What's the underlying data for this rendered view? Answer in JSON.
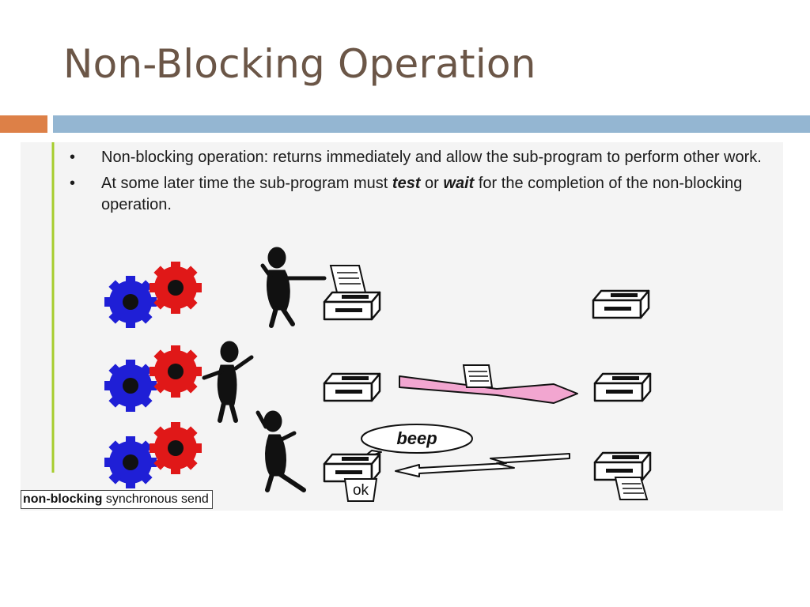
{
  "slide": {
    "title": "Non-Blocking Operation"
  },
  "bullets": [
    {
      "marker": "•",
      "text": "Non-blocking operation: returns immediately and allow the sub-program to perform other work."
    },
    {
      "marker": "•",
      "pre": "At some later time the sub-program must ",
      "em1": "test",
      "mid": " or ",
      "em2": "wait",
      "post": " for the completion of the non-blocking operation."
    }
  ],
  "diagram": {
    "beep_label": "beep",
    "ok_label": "ok",
    "caption_bold": "non-blocking",
    "caption_rest": " synchronous send"
  },
  "colors": {
    "title": "#6b5647",
    "band_orange": "#dd8047",
    "band_blue": "#94b6d2",
    "timeline": "#a6cc2c",
    "gear_blue": "#1f1fd6",
    "gear_red": "#e01818",
    "arrow_pink": "#f2a6d0"
  }
}
